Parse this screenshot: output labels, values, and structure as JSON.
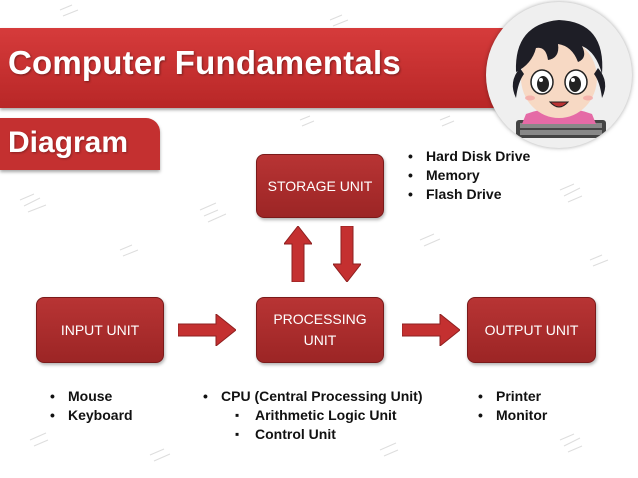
{
  "title": "Computer Fundamentals",
  "subtitle": "Diagram",
  "colors": {
    "banner": "#c43030",
    "box": "#a82a2a",
    "arrow": "#c43030",
    "text": "#111111"
  },
  "boxes": {
    "storage": {
      "label": "STORAGE UNIT"
    },
    "input": {
      "label": "INPUT UNIT"
    },
    "processing": {
      "line1": "PROCESSING",
      "line2": "UNIT"
    },
    "output": {
      "label": "OUTPUT UNIT"
    }
  },
  "lists": {
    "storage": [
      "Hard Disk Drive",
      "Memory",
      "Flash Drive"
    ],
    "input": [
      "Mouse",
      "Keyboard"
    ],
    "cpu": {
      "main": "CPU (Central Processing Unit)",
      "sub": [
        "Arithmetic Logic Unit",
        "Control Unit"
      ]
    },
    "output": [
      "Printer",
      "Monitor"
    ]
  },
  "icons": [
    "cartoon-avatar-icon",
    "arrow-up-icon",
    "arrow-down-icon",
    "arrow-right-icon"
  ]
}
